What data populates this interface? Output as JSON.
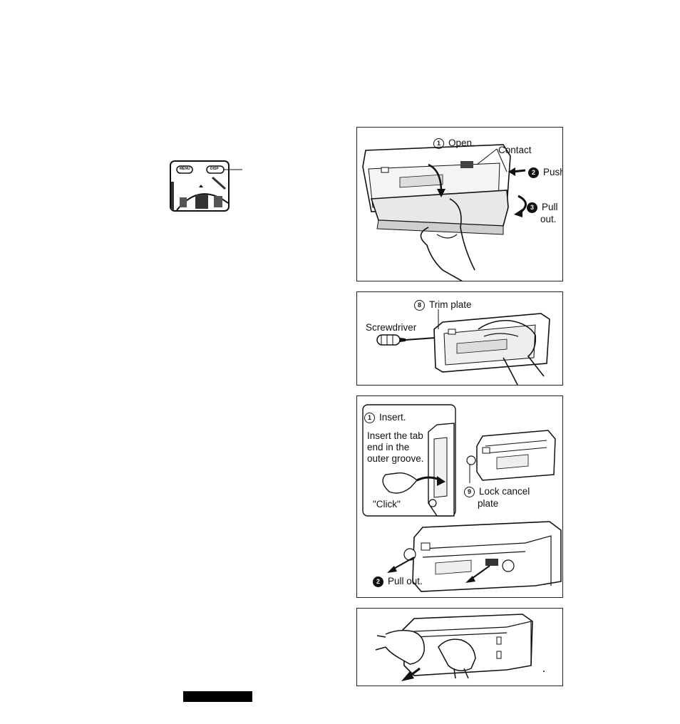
{
  "panel1": {
    "step1_num": "1",
    "step1_text": "Open.",
    "contact": "Contact",
    "step2_num": "2",
    "step2_text": "Push.",
    "step3_num": "3",
    "step3_line1": "Pull",
    "step3_line2": "out."
  },
  "panel2": {
    "ref_num": "8",
    "trim_plate": "Trim plate",
    "screwdriver": "Screwdriver"
  },
  "panel3": {
    "insert_num": "1",
    "insert_text": "Insert.",
    "instruction_l1": "Insert the tab",
    "instruction_l2": "end in the",
    "instruction_l3": "outer groove.",
    "click": "\"Click\"",
    "lock_num": "9",
    "lock_l1": "Lock cancel",
    "lock_l2": "plate",
    "pull_num": "2",
    "pull_text": "Pull out."
  },
  "remote": {
    "menu_label": "MENU",
    "disp_label": "DISP"
  }
}
